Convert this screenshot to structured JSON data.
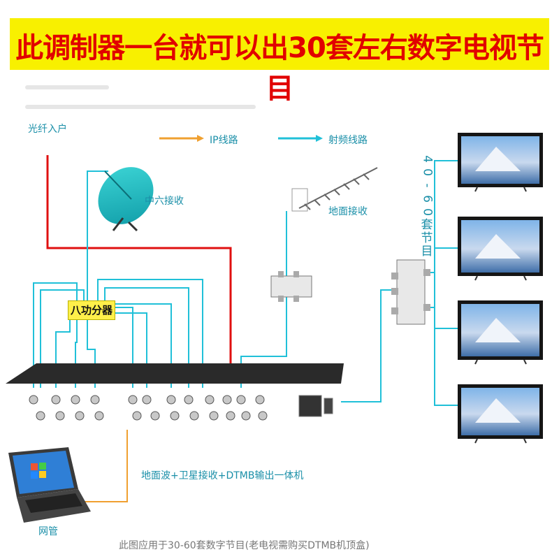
{
  "banner": {
    "title": "此调制器一台就可以出30套左右数字电视节目"
  },
  "legend": {
    "ip_line": "IP线路",
    "rf_line": "射频线路"
  },
  "labels": {
    "fiber_in": "光纤入户",
    "satellite": "中六接收",
    "terrestrial": "地面接收",
    "splitter8": "八功分器",
    "device": "地面波+卫星接收+DTMB输出一体机",
    "nms": "网管",
    "footnote": "此图应用于30-60套数字节目(老电视需购买DTMB机顶盒)"
  },
  "tv_programs": {
    "chars": [
      "4",
      "0",
      "-",
      "6",
      "0",
      "套",
      "节",
      "目"
    ]
  },
  "tvs": [
    {
      "name": "tv-1"
    },
    {
      "name": "tv-2"
    },
    {
      "name": "tv-3"
    },
    {
      "name": "tv-4"
    }
  ],
  "colors": {
    "banner_bg": "#f8f000",
    "banner_text": "#e10000",
    "rf": "#20c0d8",
    "ip": "#f0a030",
    "fiber": "#e01010"
  }
}
